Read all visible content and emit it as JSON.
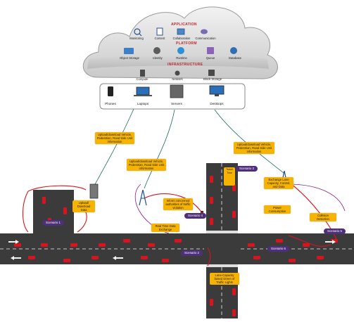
{
  "cloud": {
    "layers": {
      "application": "APPLICATION",
      "platform": "PLATFORM",
      "infrastructure": "INFRASTRUCTURE"
    },
    "application_items": [
      "Monitoring",
      "Content",
      "Collaboration",
      "Communication"
    ],
    "platform_items": [
      "Object Storage",
      "Identity",
      "Runtime",
      "Queue",
      "Database"
    ],
    "infrastructure_items": [
      "Compute",
      "Network",
      "Block Storage"
    ]
  },
  "devices": [
    "Phones",
    "Laptops",
    "Servers",
    "Desktops"
  ],
  "notes": {
    "upload_left": "Upload/download Vehicle, Pedestrian, Road Side Unit information",
    "upload_mid": "Upload/download Vehicle, Pedestrian, Road Side Unit information",
    "upload_right": "Upload/download Vehicle, Pedestrian, Road Side Unit information",
    "upload_download_data": "Upload/ Download Data",
    "inform_vehicles": "Inform concerned authorities of traffic violation",
    "real_time_data": "Real Time Data Exchange",
    "exchange_lane": "Exchange Lane Capacity, Control, and Data",
    "travel_time": "Travel Time",
    "power_consumption": "Power Consumption",
    "collision": "Collision Detection",
    "lane_capacity": "Lane-Capacity based Green of Traffic Lights"
  },
  "scenarios": {
    "s1": "Scenario 1",
    "s2": "Scenario 2",
    "s3": "Scenario 3",
    "s4": "Scenario 4",
    "s5": "Scenario 5",
    "s6": "Scenario 6"
  },
  "colors": {
    "road": "#3b3b3b",
    "note": "#f6b300",
    "scenario": "#4d2f7a",
    "layer_title": "#c0282d",
    "car": "#d8141c",
    "link": "#1f6e63"
  }
}
